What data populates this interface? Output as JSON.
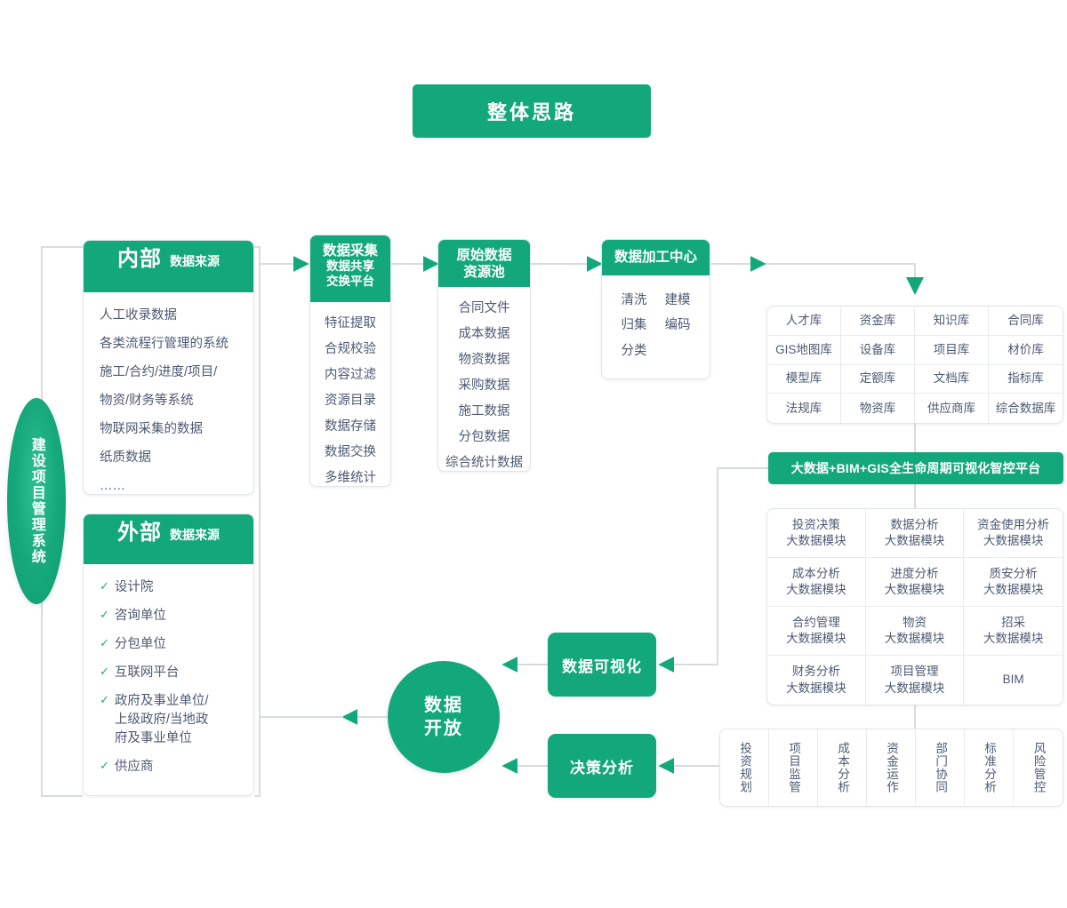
{
  "title": "整体思路",
  "system_ellipse": "建设项目管理系统",
  "internal": {
    "head_big": "内部",
    "head_small": "数据来源",
    "items": [
      "人工收录数据",
      "各类流程行管理的系统",
      "施工/合约/进度/项目/",
      "物资/财务等系统",
      "物联网采集的数据",
      "纸质数据",
      "……"
    ]
  },
  "external": {
    "head_big": "外部",
    "head_small": "数据来源",
    "check_glyph": "✓",
    "items": [
      "设计院",
      "咨询单位",
      "分包单位",
      "互联网平台",
      "政府及事业单位/\n上级政府/当地政\n府及事业单位",
      "供应商"
    ]
  },
  "collect": {
    "head_line1": "数据采集",
    "head_line2": "数据共享\n交换平台",
    "items": [
      "特征提取",
      "合规校验",
      "内容过滤",
      "资源目录",
      "数据存储",
      "数据交换",
      "多维统计"
    ]
  },
  "rawpool": {
    "head_line1": "原始数据\n资源池",
    "items": [
      "合同文件",
      "成本数据",
      "物资数据",
      "采购数据",
      "施工数据",
      "分包数据",
      "综合统计数据"
    ]
  },
  "process": {
    "head_line1": "数据加工中心",
    "items_col1": [
      "清洗",
      "归集",
      "分类"
    ],
    "items_col2": [
      "建模",
      "编码",
      ""
    ]
  },
  "db_grid": {
    "columns": 4,
    "cells": [
      "人才库",
      "资金库",
      "知识库",
      "合同库",
      "GIS地图库",
      "设备库",
      "项目库",
      "材价库",
      "模型库",
      "定额库",
      "文档库",
      "指标库",
      "法规库",
      "物资库",
      "供应商库",
      "综合数据库"
    ]
  },
  "platform_banner": "大数据+BIM+GIS全生命周期可视化智控平台",
  "module_grid": {
    "columns": 3,
    "cells": [
      "投资决策\n大数据模块",
      "数据分析\n大数据模块",
      "资金使用分析\n大数据模块",
      "成本分析\n大数据模块",
      "进度分析\n大数据模块",
      "质安分析\n大数据模块",
      "合约管理\n大数据模块",
      "物资\n大数据模块",
      "招采\n大数据模块",
      "财务分析\n大数据模块",
      "项目管理\n大数据模块",
      "BIM"
    ]
  },
  "bottom_grid": {
    "columns": 7,
    "cells": [
      "投资规划",
      "项目监管",
      "成本分析",
      "资金运作",
      "部门协同",
      "标准分析",
      "风险管控"
    ]
  },
  "visualization": "数据可视化",
  "decision": "决策分析",
  "data_open": {
    "line1": "数据",
    "line2": "开放"
  },
  "colors": {
    "brand_green": "#13a87b",
    "text_slate": "#4d5a73",
    "line_gray": "#d8dcdf",
    "panel_border": "#e2e6ea"
  }
}
